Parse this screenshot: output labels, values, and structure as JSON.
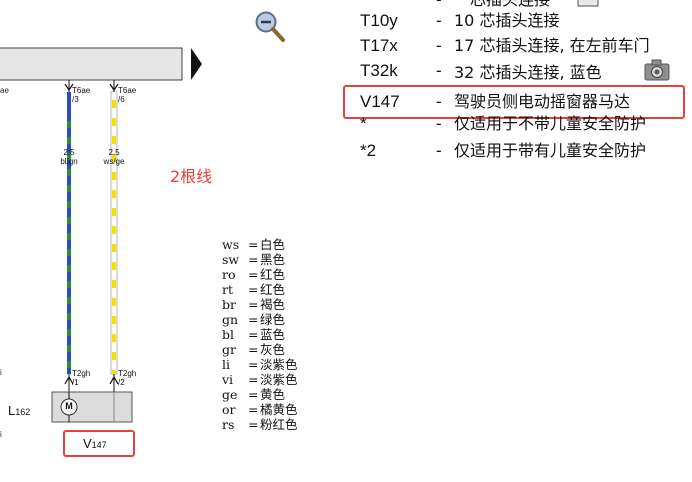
{
  "diagram": {
    "connectors": {
      "left": {
        "name": "T6ae",
        "pin": "/3",
        "cross": "2.5",
        "color": "bl/gn"
      },
      "right": {
        "name": "T6ae",
        "pin": "/6",
        "cross": "2.5",
        "color": "ws/ge"
      }
    },
    "left_edge_fragments": {
      "top": "ae",
      "mid1": "i",
      "mid2": "i"
    },
    "bottom_connectors": {
      "left": {
        "name": "T2gh",
        "pin": "/1"
      },
      "right": {
        "name": "T2gh",
        "pin": "/2"
      }
    },
    "motor_symbol": "M",
    "lamp_label_main": "L",
    "lamp_label_sub": "162",
    "component_main": "V",
    "component_sub": "147"
  },
  "annotation": {
    "text": "2根线",
    "color": "#e8403a"
  },
  "legend": [
    {
      "code": "ws",
      "eq": "=",
      "meaning": "白色"
    },
    {
      "code": "sw",
      "eq": "=",
      "meaning": "黑色"
    },
    {
      "code": "ro",
      "eq": "=",
      "meaning": "红色"
    },
    {
      "code": "rt",
      "eq": "=",
      "meaning": "红色"
    },
    {
      "code": "br",
      "eq": "=",
      "meaning": "褐色"
    },
    {
      "code": "gn",
      "eq": "=",
      "meaning": "绿色"
    },
    {
      "code": "bl",
      "eq": "=",
      "meaning": "蓝色"
    },
    {
      "code": "gr",
      "eq": "=",
      "meaning": "灰色"
    },
    {
      "code": "li",
      "eq": "=",
      "meaning": "淡紫色"
    },
    {
      "code": "vi",
      "eq": "=",
      "meaning": "淡紫色"
    },
    {
      "code": "ge",
      "eq": "=",
      "meaning": "黄色"
    },
    {
      "code": "or",
      "eq": "=",
      "meaning": "橘黄色"
    },
    {
      "code": "rs",
      "eq": "=",
      "meaning": "粉红色"
    }
  ],
  "key_list": [
    {
      "code": "",
      "dash": "-",
      "desc": "芯插头连接"
    },
    {
      "code": "T10y",
      "dash": "-",
      "desc": "10 芯插头连接"
    },
    {
      "code": "T17x",
      "dash": "-",
      "desc": "17 芯插头连接, 在左前车门"
    },
    {
      "code": "T32k",
      "dash": "-",
      "desc": "32 芯插头连接, 蓝色"
    },
    {
      "code": "V147",
      "dash": "-",
      "desc": "驾驶员侧电动摇窗器马达"
    },
    {
      "code": "*",
      "dash": "-",
      "desc": "仅适用于不带儿童安全防护"
    },
    {
      "code": "*2",
      "dash": "-",
      "desc": "仅适用于带有儿童安全防护"
    }
  ],
  "colors": {
    "highlight": "#e8403a",
    "wire_blue": "#2b4cc4",
    "wire_green": "#2e8b3a",
    "wire_yellow": "#f2e300",
    "bar_fill": "#e6e6e6",
    "comp_fill": "#dcdcdc"
  },
  "icons": {
    "zoom": "zoom-out-icon",
    "camera": "camera-icon",
    "play": "play-triangle-icon"
  }
}
